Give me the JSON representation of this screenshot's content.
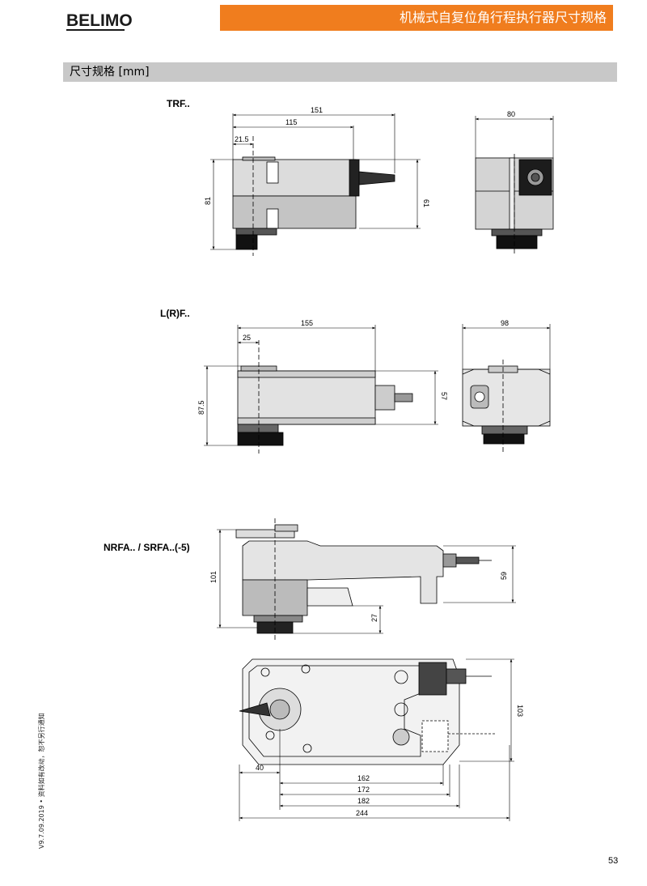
{
  "header": {
    "logo_text": "BELIMO",
    "title": "机械式自复位角行程执行器尺寸规格"
  },
  "section": {
    "title": "尺寸规格 [mm]"
  },
  "models": {
    "trf": {
      "label": "TRF..",
      "dims": {
        "width_total": "151",
        "width_body": "115",
        "offset": "21.5",
        "height": "81",
        "height_body": "61",
        "depth": "80"
      }
    },
    "lrf": {
      "label": "L(R)F..",
      "dims": {
        "width_total": "155",
        "offset": "25",
        "height": "87.5",
        "height_body": "57",
        "depth": "98"
      }
    },
    "nrfa": {
      "label": "NRFA.. / SRFA..(-5)",
      "dims": {
        "height": "101",
        "height_body": "59",
        "height_low": "27",
        "depth": "103",
        "offset": "40",
        "w162": "162",
        "w172": "172",
        "w182": "182",
        "w244": "244"
      }
    }
  },
  "footer": {
    "side_note": "V9.7.09.2019 • 资料如有改动，恕不另行通知",
    "page_number": "53"
  }
}
